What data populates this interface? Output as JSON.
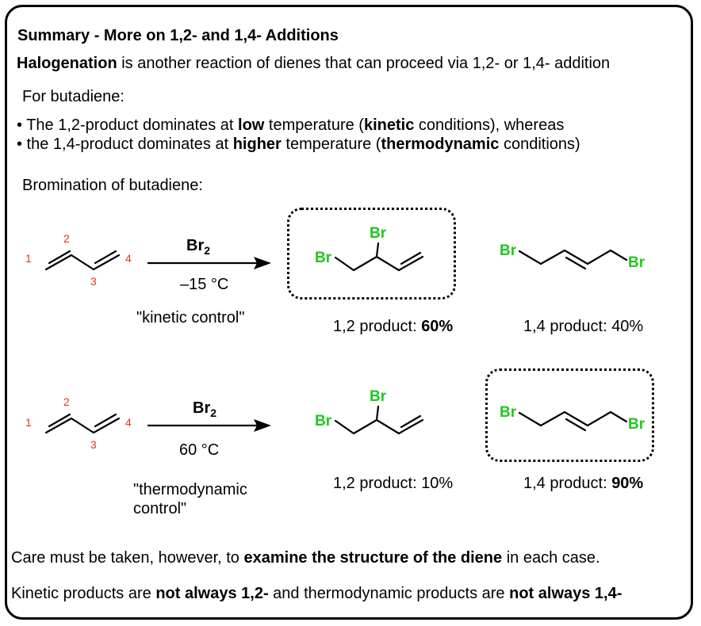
{
  "title": "Summary - More on 1,2- and 1,4- Additions",
  "intro": {
    "bold": "Halogenation",
    "rest": " is another reaction of dienes that can proceed via 1,2- or 1,4- addition"
  },
  "for_butadiene": "For butadiene:",
  "bullets": [
    {
      "p1": "• The 1,2-product dominates at ",
      "b1": "low",
      "p2": " temperature (",
      "b2": "kinetic",
      "p3": " conditions), whereas"
    },
    {
      "p1": "• the 1,4-product dominates at ",
      "b1": "higher",
      "p2": " temperature (",
      "b2": "thermodynamic",
      "p3": " conditions)"
    }
  ],
  "bromination_heading": "Bromination of butadiene:",
  "atom_numbers": [
    "1",
    "2",
    "3",
    "4"
  ],
  "bromine": "Br",
  "reactions": [
    {
      "reagent": "Br",
      "reagent_sub": "2",
      "temperature": "–15 °C",
      "control": "\"kinetic control\"",
      "product_12": {
        "label": "1,2 product: ",
        "value": "60%"
      },
      "product_14": {
        "label": "1,4 product: ",
        "value": "40%"
      },
      "boxed": "1,2"
    },
    {
      "reagent": "Br",
      "reagent_sub": "2",
      "temperature": "60 °C",
      "control_line1": "\"thermodynamic",
      "control_line2": "control\"",
      "product_12": {
        "label": "1,2 product: ",
        "value": "10%"
      },
      "product_14": {
        "label": "1,4 product: ",
        "value": "90%"
      },
      "boxed": "1,4"
    }
  ],
  "footer": {
    "line1_pre": "Care must be taken, however, to ",
    "line1_bold": "examine the structure of the diene",
    "line1_post": " in each case.",
    "line2_pre": "Kinetic products are ",
    "line2_bold1": "not always 1,2-",
    "line2_mid": " and thermodynamic products are ",
    "line2_bold2": "not always 1,4-"
  },
  "colors": {
    "atom_number": "#e8321e",
    "bromine": "#1fc81f",
    "bonds": "#000000"
  }
}
